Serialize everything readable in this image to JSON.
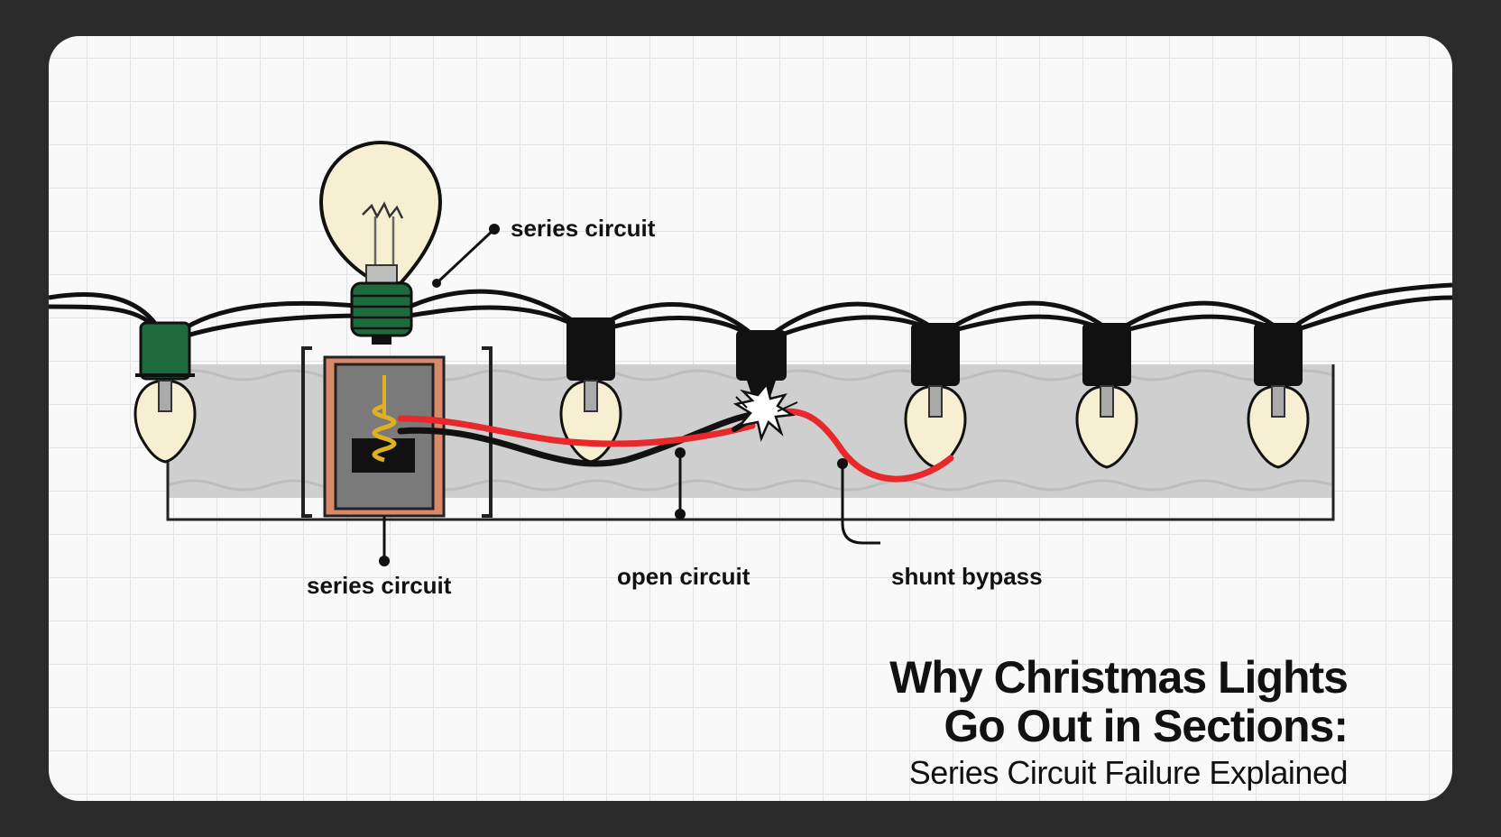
{
  "labels": {
    "top_label": "series circuit",
    "bottom_left_label": "series circuit",
    "open_label": "open circuit",
    "shunt_label": "shunt bypass"
  },
  "title": {
    "line1": "Why Christmas Lights",
    "line2": "Go Out in Sections:",
    "subtitle": "Series Circuit Failure Explained"
  },
  "colors": {
    "background_frame": "#2a2a2a",
    "card": "#f9f9f9",
    "grid": "#e2e2e2",
    "trough": "#cfcfcf",
    "wire_black": "#111111",
    "wire_red": "#e8282a",
    "socket_green": "#1d6b3d",
    "bulb_cream": "#f7efd2",
    "socket_box": "#d88a6a",
    "filament": "#e0b020"
  },
  "icons": {
    "large_bulb": "incandescent-bulb-icon",
    "small_bulb": "c7-christmas-bulb-icon",
    "break": "spark-break-icon"
  }
}
